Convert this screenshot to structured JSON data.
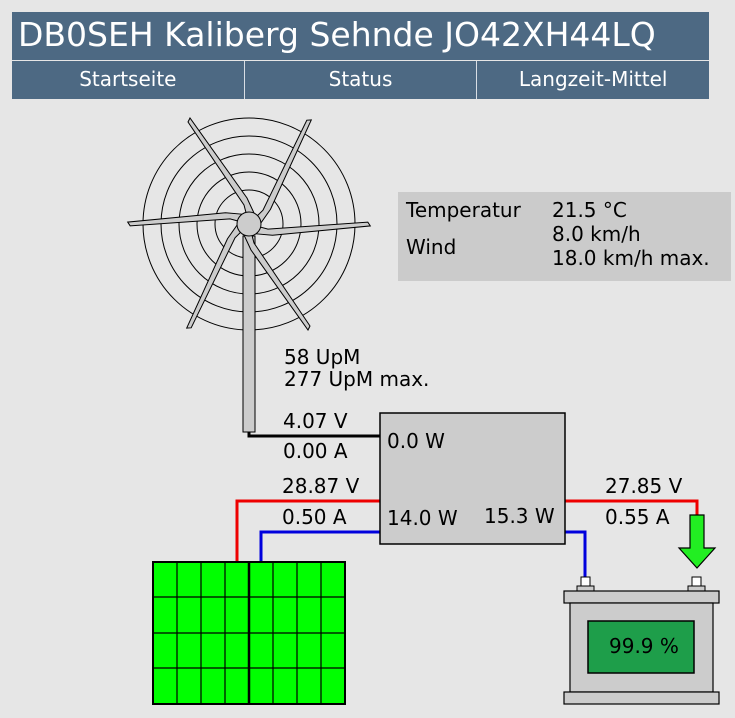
{
  "header": {
    "title": "DB0SEH  Kaliberg Sehnde JO42XH44LQ"
  },
  "nav": {
    "tabs": [
      "Startseite",
      "Status",
      "Langzeit-Mittel"
    ]
  },
  "weather": {
    "temperature_label": "Temperatur",
    "temperature_value": "21.5 °C",
    "wind_label": "Wind",
    "wind_value": "8.0 km/h",
    "wind_max": "18.0 km/h max."
  },
  "turbine": {
    "rpm": "58 UpM",
    "rpm_max": "277 UpM max.",
    "voltage": "4.07 V",
    "current": "0.00 A",
    "power": "0.0 W"
  },
  "solar": {
    "voltage": "28.87 V",
    "current": "0.50 A",
    "power": "14.0 W"
  },
  "battery": {
    "voltage": "27.85 V",
    "current": "0.55 A",
    "power": "15.3 W",
    "charge": "99.9 %",
    "charge_fraction": 0.999
  },
  "colors": {
    "header_bg": "#4d6983",
    "positive_wire": "#ee0000",
    "negative_wire": "#0000dd",
    "solar_panel": "#00ff00",
    "charge_arrow": "#22ee22",
    "battery_display": "#1e9e4a"
  }
}
